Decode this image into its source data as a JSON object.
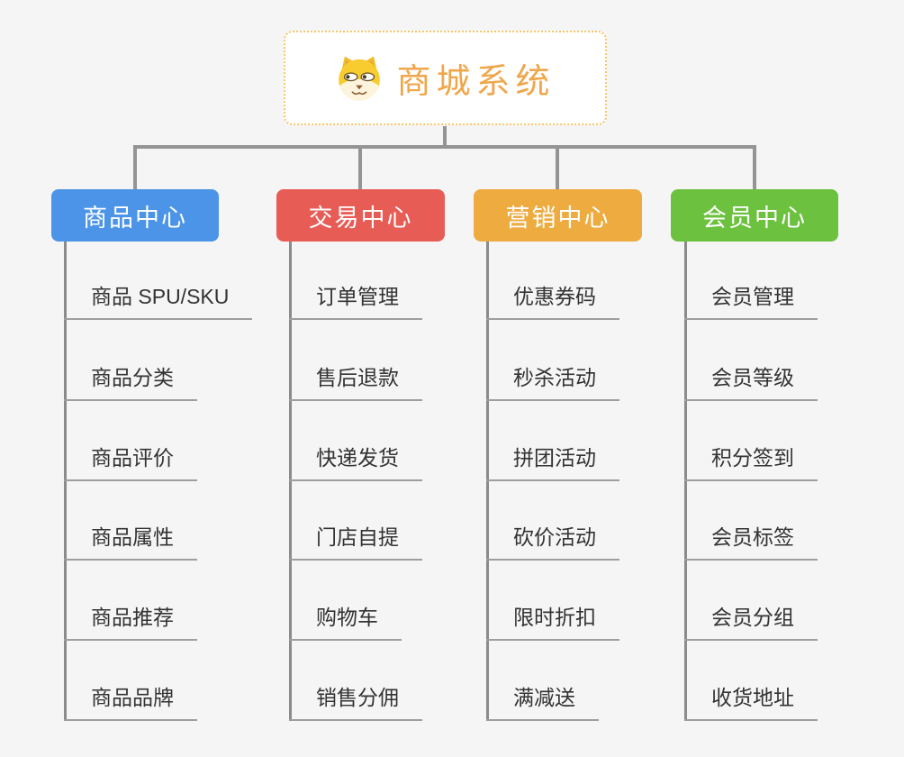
{
  "page": {
    "background": "#F5F5F5"
  },
  "root": {
    "title": "商城系统",
    "icon": "dog-face-icon",
    "title_color": "#F0A64A",
    "border_color": "#F7C568"
  },
  "connectors": {
    "color": "#949494"
  },
  "columns": [
    {
      "label": "商品中心",
      "color": "#4B94E8",
      "items": [
        "商品 SPU/SKU",
        "商品分类",
        "商品评价",
        "商品属性",
        "商品推荐",
        "商品品牌"
      ]
    },
    {
      "label": "交易中心",
      "color": "#E85C56",
      "items": [
        "订单管理",
        "售后退款",
        "快递发货",
        "门店自提",
        "购物车",
        "销售分佣"
      ]
    },
    {
      "label": "营销中心",
      "color": "#EDAB40",
      "items": [
        "优惠券码",
        "秒杀活动",
        "拼团活动",
        "砍价活动",
        "限时折扣",
        "满减送"
      ]
    },
    {
      "label": "会员中心",
      "color": "#6CC13F",
      "items": [
        "会员管理",
        "会员等级",
        "积分签到",
        "会员标签",
        "会员分组",
        "收货地址"
      ]
    }
  ]
}
